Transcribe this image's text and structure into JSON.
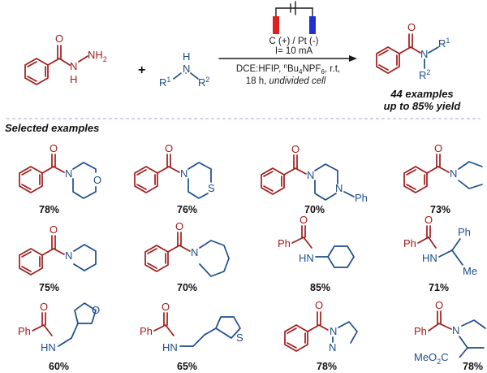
{
  "reagent_1": {
    "carbonyl_O": "O",
    "nh_top": "N",
    "nh2": "NH",
    "nh2_sub": "2",
    "nh_bottom": "H"
  },
  "plus": "+",
  "reagent_2": {
    "h": "H",
    "n": "N",
    "r1": "R",
    "r1_sup": "1",
    "r2": "R",
    "r2_sup": "2"
  },
  "conditions": {
    "electrodes": "C (+) / Pt (-)",
    "current": "I= 10 mA",
    "solvent": "DCE:HFIP, ",
    "salt_prefix": "n",
    "salt": "Bu",
    "salt_sub1": "4",
    "salt_rest": "NPF",
    "salt_sub2": "6",
    "salt_tail": ", r.t,",
    "time": "18 h, ",
    "cell": "undivided cell"
  },
  "product": {
    "o": "O",
    "n": "N",
    "r1": "R",
    "r1_sup": "1",
    "r2": "R",
    "r2_sup": "2"
  },
  "summary": {
    "examples": "44 examples",
    "yield": "up to 85% yield"
  },
  "section_title": "Selected examples",
  "atom_labels": {
    "O": "O",
    "N": "N",
    "S": "S",
    "Ph": "Ph",
    "HN": "HN",
    "Me": "Me",
    "MeO2C": "MeO",
    "two": "2",
    "C": "C"
  },
  "examples": [
    {
      "id": "morpholine",
      "yield": "78%"
    },
    {
      "id": "thiomorpholine",
      "yield": "76%"
    },
    {
      "id": "phenylpiperazine",
      "yield": "70%"
    },
    {
      "id": "pyrrolidine",
      "yield": "73%"
    },
    {
      "id": "piperidine",
      "yield": "75%"
    },
    {
      "id": "azepane",
      "yield": "70%"
    },
    {
      "id": "cyclohexylamine",
      "yield": "85%"
    },
    {
      "id": "phenylethylamine",
      "yield": "71%"
    },
    {
      "id": "furylmethylamine",
      "yield": "60%"
    },
    {
      "id": "thienylethylamine",
      "yield": "65%"
    },
    {
      "id": "pyrazole",
      "yield": "78%"
    },
    {
      "id": "proline-ester",
      "yield": "78%"
    }
  ],
  "colors": {
    "core": "#a01c1c",
    "amine": "#1c4d8c",
    "anode": "#e02020",
    "cathode": "#2030d0",
    "divider": "#a8a8c8"
  }
}
